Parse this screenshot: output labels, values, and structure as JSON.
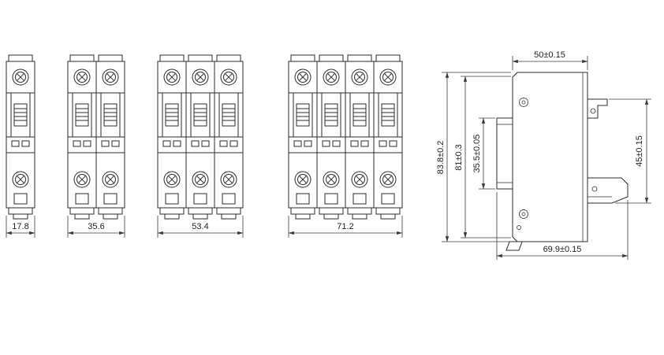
{
  "front_views": [
    {
      "name": "1-pole breaker front view",
      "poles": 1,
      "width_mm": "17.8"
    },
    {
      "name": "2-pole breaker front view",
      "poles": 2,
      "width_mm": "35.6"
    },
    {
      "name": "3-pole breaker front view",
      "poles": 3,
      "width_mm": "53.4"
    },
    {
      "name": "4-pole breaker front view",
      "poles": 4,
      "width_mm": "71.2"
    }
  ],
  "side_view": {
    "width_top": "50±0.15",
    "height_overall": "83.8±0.2",
    "height_body": "81±0.3",
    "front_panel_height": "35.5±0.05",
    "din_clip_height": "45±0.15",
    "depth_overall": "69.9±0.15"
  },
  "colors": {
    "line": "#2b2b2b",
    "dimension": "#3a3a3a",
    "background": "#ffffff"
  }
}
